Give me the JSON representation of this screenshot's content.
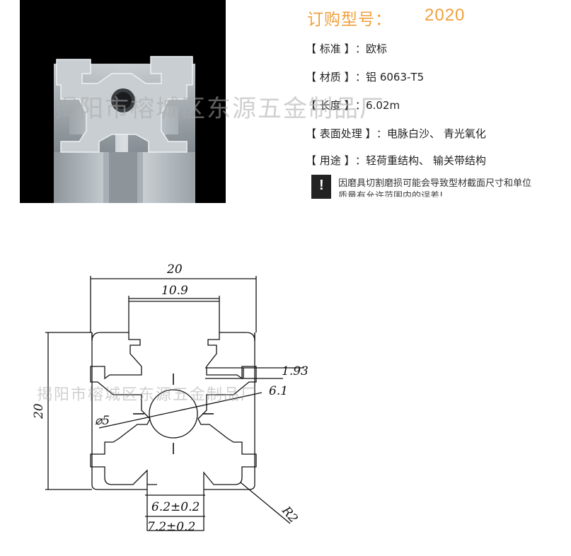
{
  "spec": {
    "title_label": "订购型号：",
    "model": "2020",
    "rows": [
      {
        "label": "【 标准 】",
        "value": "：欧标"
      },
      {
        "label": "【 材质 】",
        "value": "：铝 6063-T5"
      },
      {
        "label": "【 长度 】",
        "value": "：6.02m"
      },
      {
        "label": "【 表面处理 】",
        "value": "：电脉白沙、 青光氧化"
      },
      {
        "label": "【 用途 】",
        "value": "：轻荷重结构、 输关带结构"
      }
    ],
    "note_line1": "因磨具切割磨损可能会导致型材截面尺寸和单位",
    "note_line2": "质量有允许范围内的误差!"
  },
  "watermark": "揭阳市榕城区东源五金制品厂",
  "drawing": {
    "dims": {
      "overall_width": "20",
      "slot_width": "10.9",
      "overall_height": "20",
      "lip": "1.93",
      "depth": "6.1",
      "bore": "⌀5",
      "groove_inner": "6.2±0.2",
      "groove_outer": "7.2±0.2",
      "radius": "R2"
    }
  },
  "colors": {
    "title": "#f0a03c",
    "photo_bg": "#000000",
    "profile": "#b9c0c5"
  }
}
